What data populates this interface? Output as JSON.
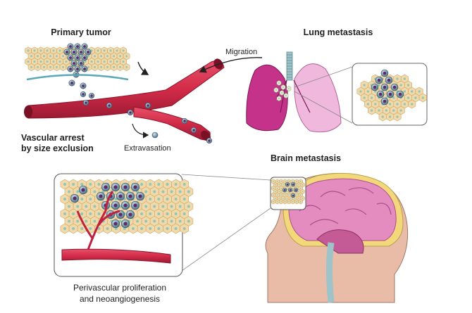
{
  "labels": {
    "primary_tumor": "Primary tumor",
    "lung_metastasis": "Lung metastasis",
    "migration": "Migration",
    "vascular_arrest_line1": "Vascular arrest",
    "vascular_arrest_line2": "by size exclusion",
    "extravasation": "Extravasation",
    "brain_metastasis": "Brain metastasis",
    "perivascular_line1": "Perivascular proliferation",
    "perivascular_line2": "and neoangiogenesis"
  },
  "colors": {
    "vessel": "#d8304f",
    "vessel_dark": "#a81c36",
    "tissue_cell": "#f1d9a9",
    "tumor_cell": "#8aa6b6",
    "tumor_nucleus": "#5a2a66",
    "lung": "#c4328a",
    "lung_light": "#f0b8dc",
    "brain": "#e48cc0",
    "skull": "#f2d87a",
    "skin": "#e9bca8"
  }
}
